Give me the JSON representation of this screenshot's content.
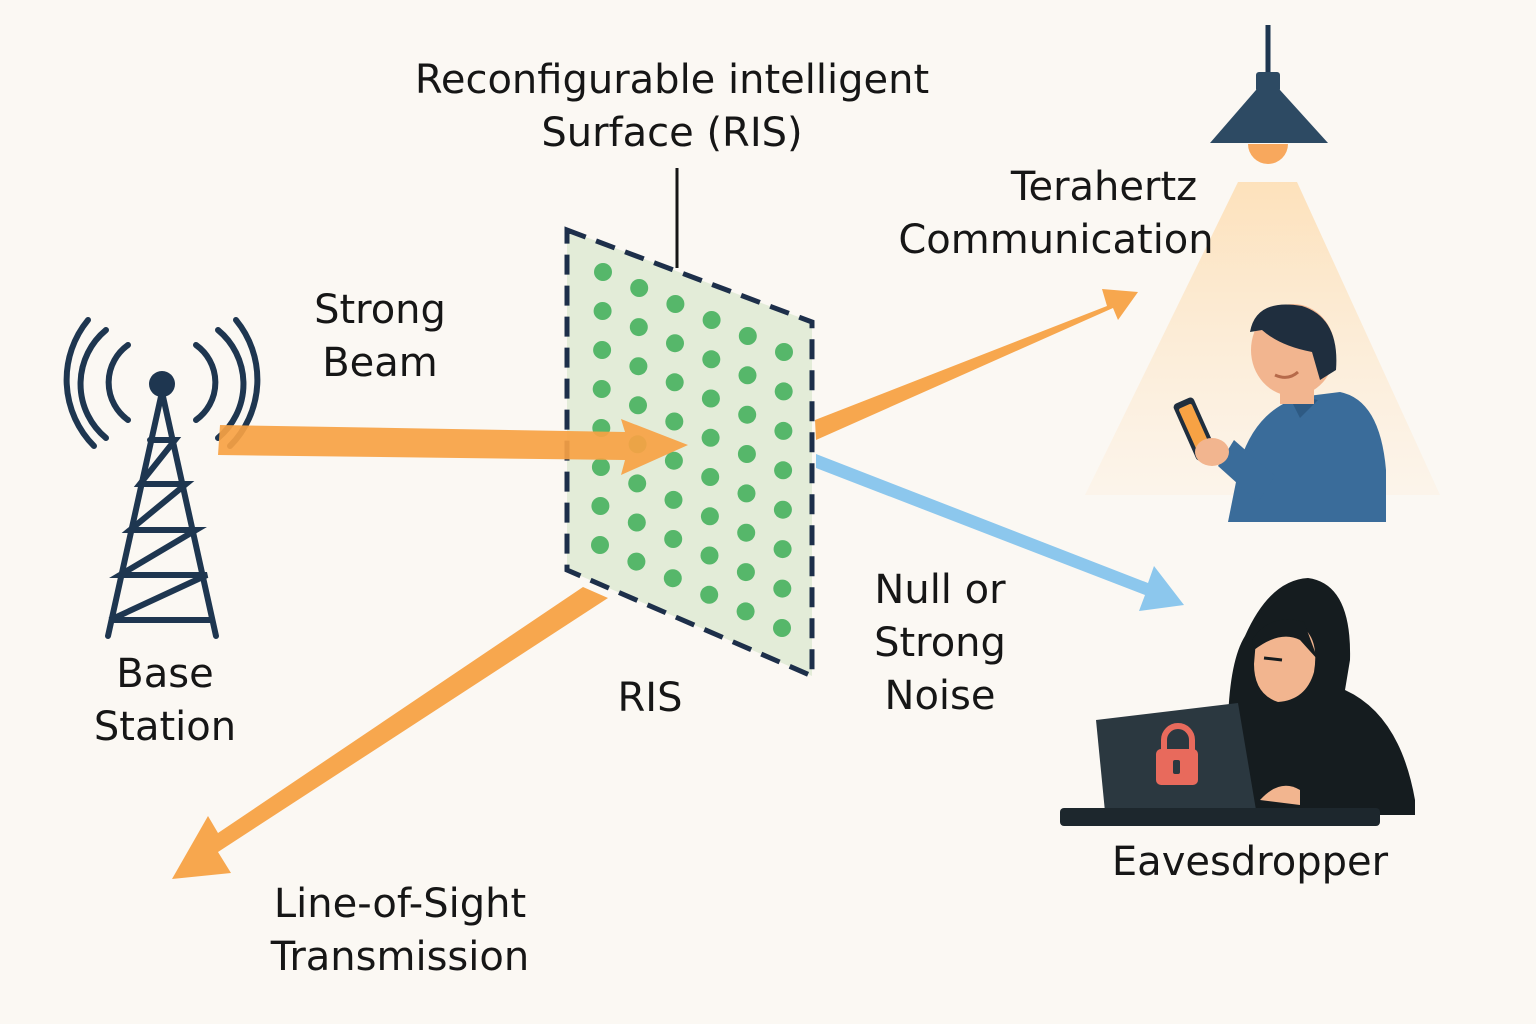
{
  "labels": {
    "ris_title": [
      "Reconfigurable intelligent",
      "Surface (RIS)"
    ],
    "strong_beam": [
      "Strong",
      "Beam"
    ],
    "base_station": [
      "Base",
      "Station"
    ],
    "ris": "RIS",
    "terahertz": [
      "Terahertz",
      "Communication"
    ],
    "null_noise": [
      "Null or",
      "Strong",
      "Noise"
    ],
    "eavesdropper": "Eavesdropper",
    "line_of_sight": [
      "Line-of-Sight",
      "Transmission"
    ]
  },
  "icons": {
    "tower": "radio-tower-icon",
    "ris": "ris-panel",
    "lamp": "ceiling-lamp-icon",
    "user": "user-with-phone",
    "eavesdropper": "hooded-eavesdropper",
    "lock": "lock-icon"
  },
  "colors": {
    "background": "#fbf8f3",
    "strong_beam": "#f7a244",
    "noise_beam": "#86c4ec",
    "ris_dots": "#56b76a",
    "ris_panel": "#e3ecd8",
    "ris_border": "#1d2f4a",
    "tower": "#1e3650",
    "lamp_shade": "#2d4a63",
    "lamp_bulb": "#f8a85d",
    "light_cone": "#fde3bf",
    "user_shirt": "#3a6c9a",
    "skin": "#f2b58f",
    "hood": "#151c1f",
    "laptop": "#2b3840",
    "lock": "#e86a5c"
  }
}
